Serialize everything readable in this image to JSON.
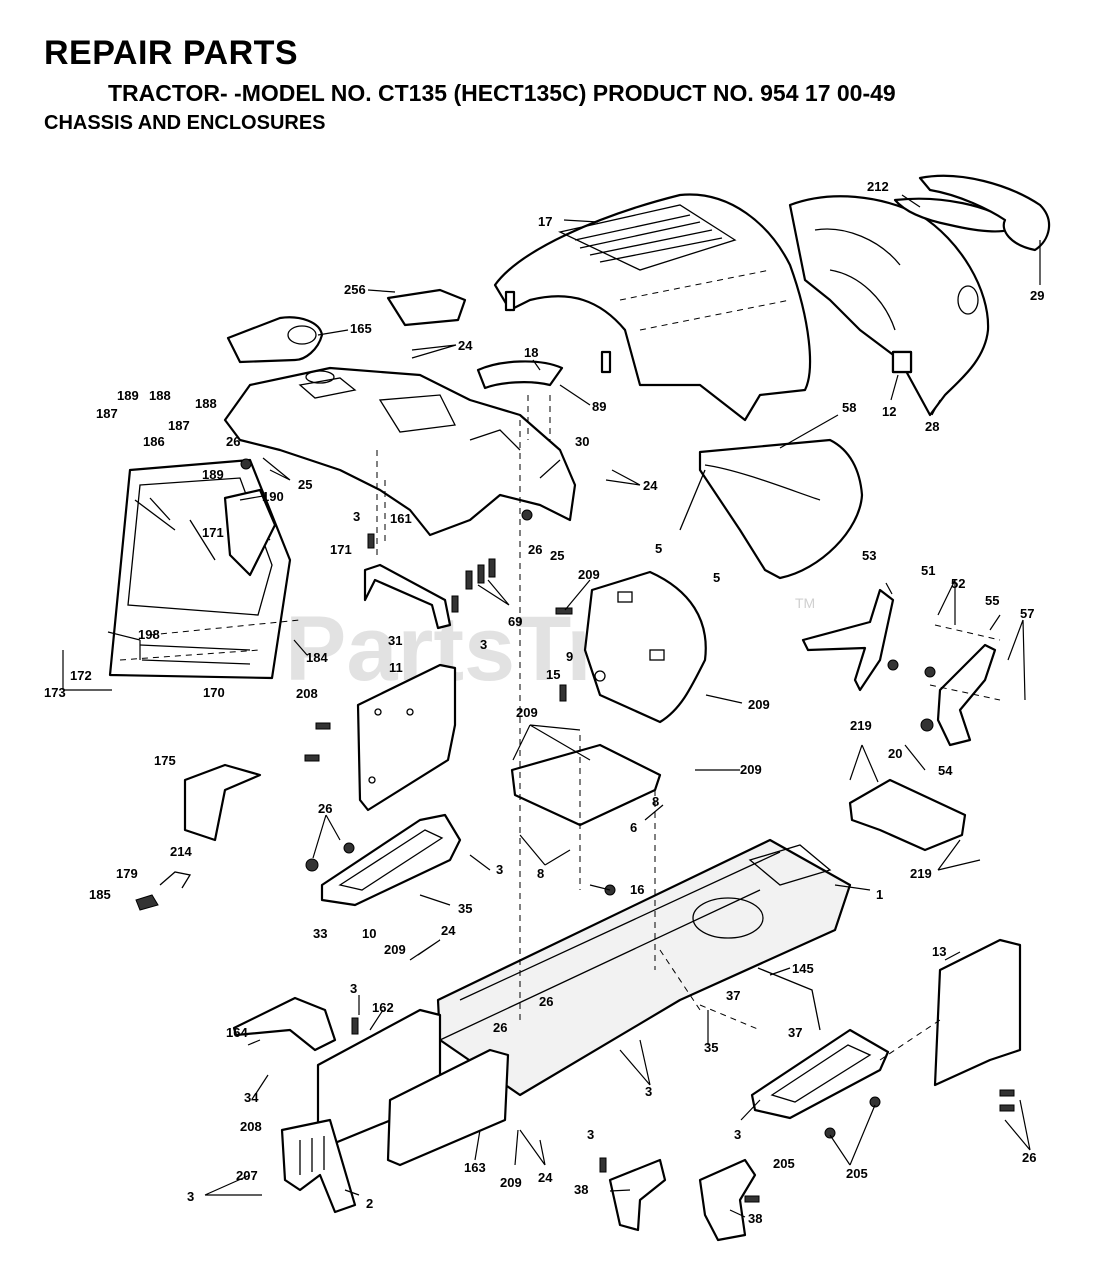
{
  "header": {
    "title": "REPAIR PARTS",
    "subtitle": "TRACTOR- -MODEL NO. CT135 (HECT135C) PRODUCT NO. 954 17 00-49",
    "section": "CHASSIS AND ENCLOSURES"
  },
  "watermark": {
    "text": "PartsTree",
    "tm": "TM"
  },
  "callouts": [
    {
      "id": "c17",
      "label": "17"
    },
    {
      "id": "c212",
      "label": "212"
    },
    {
      "id": "c29",
      "label": "29"
    },
    {
      "id": "c256",
      "label": "256"
    },
    {
      "id": "c165",
      "label": "165"
    },
    {
      "id": "c24a",
      "label": "24"
    },
    {
      "id": "c18",
      "label": "18"
    },
    {
      "id": "c89",
      "label": "89"
    },
    {
      "id": "c12",
      "label": "12"
    },
    {
      "id": "c28",
      "label": "28"
    },
    {
      "id": "c58",
      "label": "58"
    },
    {
      "id": "c189a",
      "label": "189"
    },
    {
      "id": "c188a",
      "label": "188"
    },
    {
      "id": "c187a",
      "label": "187"
    },
    {
      "id": "c186",
      "label": "186"
    },
    {
      "id": "c187b",
      "label": "187"
    },
    {
      "id": "c188b",
      "label": "188"
    },
    {
      "id": "c189b",
      "label": "189"
    },
    {
      "id": "c26a",
      "label": "26"
    },
    {
      "id": "c25a",
      "label": "25"
    },
    {
      "id": "c30",
      "label": "30"
    },
    {
      "id": "c24b",
      "label": "24"
    },
    {
      "id": "c190",
      "label": "190"
    },
    {
      "id": "c161",
      "label": "161"
    },
    {
      "id": "c3a",
      "label": "3"
    },
    {
      "id": "c26b",
      "label": "26"
    },
    {
      "id": "c25b",
      "label": "25"
    },
    {
      "id": "c171a",
      "label": "171"
    },
    {
      "id": "c171b",
      "label": "171"
    },
    {
      "id": "c5a",
      "label": "5"
    },
    {
      "id": "c209a",
      "label": "209"
    },
    {
      "id": "c5b",
      "label": "5"
    },
    {
      "id": "c69",
      "label": "69"
    },
    {
      "id": "c53",
      "label": "53"
    },
    {
      "id": "c51",
      "label": "51"
    },
    {
      "id": "c52",
      "label": "52"
    },
    {
      "id": "c55",
      "label": "55"
    },
    {
      "id": "c57",
      "label": "57"
    },
    {
      "id": "c198",
      "label": "198"
    },
    {
      "id": "c31",
      "label": "31"
    },
    {
      "id": "c3b",
      "label": "3"
    },
    {
      "id": "c184",
      "label": "184"
    },
    {
      "id": "c9",
      "label": "9"
    },
    {
      "id": "c172",
      "label": "172"
    },
    {
      "id": "c173",
      "label": "173"
    },
    {
      "id": "c170",
      "label": "170"
    },
    {
      "id": "c11",
      "label": "11"
    },
    {
      "id": "c15",
      "label": "15"
    },
    {
      "id": "c208a",
      "label": "208"
    },
    {
      "id": "c209b",
      "label": "209"
    },
    {
      "id": "c209c",
      "label": "209"
    },
    {
      "id": "c209d",
      "label": "209"
    },
    {
      "id": "c219a",
      "label": "219"
    },
    {
      "id": "c20",
      "label": "20"
    },
    {
      "id": "c54",
      "label": "54"
    },
    {
      "id": "c175",
      "label": "175"
    },
    {
      "id": "c8a",
      "label": "8"
    },
    {
      "id": "c26c",
      "label": "26"
    },
    {
      "id": "c6",
      "label": "6"
    },
    {
      "id": "c214",
      "label": "214"
    },
    {
      "id": "c179",
      "label": "179"
    },
    {
      "id": "c3c",
      "label": "3"
    },
    {
      "id": "c8b",
      "label": "8"
    },
    {
      "id": "c16",
      "label": "16"
    },
    {
      "id": "c219b",
      "label": "219"
    },
    {
      "id": "c185",
      "label": "185"
    },
    {
      "id": "c35a",
      "label": "35"
    },
    {
      "id": "c1",
      "label": "1"
    },
    {
      "id": "c33",
      "label": "33"
    },
    {
      "id": "c10",
      "label": "10"
    },
    {
      "id": "c24c",
      "label": "24"
    },
    {
      "id": "c209e",
      "label": "209"
    },
    {
      "id": "c13",
      "label": "13"
    },
    {
      "id": "c145",
      "label": "145"
    },
    {
      "id": "c3d",
      "label": "3"
    },
    {
      "id": "c162",
      "label": "162"
    },
    {
      "id": "c26d",
      "label": "26"
    },
    {
      "id": "c37a",
      "label": "37"
    },
    {
      "id": "c26e",
      "label": "26"
    },
    {
      "id": "c37b",
      "label": "37"
    },
    {
      "id": "c164",
      "label": "164"
    },
    {
      "id": "c3e",
      "label": "3"
    },
    {
      "id": "c35b",
      "label": "35"
    },
    {
      "id": "c3f",
      "label": "3"
    },
    {
      "id": "c34",
      "label": "34"
    },
    {
      "id": "c3g",
      "label": "3"
    },
    {
      "id": "c205a",
      "label": "205"
    },
    {
      "id": "c26f",
      "label": "26"
    },
    {
      "id": "c208b",
      "label": "208"
    },
    {
      "id": "c207",
      "label": "207"
    },
    {
      "id": "c163",
      "label": "163"
    },
    {
      "id": "c209f",
      "label": "209"
    },
    {
      "id": "c24d",
      "label": "24"
    },
    {
      "id": "c205b",
      "label": "205"
    },
    {
      "id": "c3h",
      "label": "3"
    },
    {
      "id": "c2",
      "label": "2"
    },
    {
      "id": "c38a",
      "label": "38"
    },
    {
      "id": "c38b",
      "label": "38"
    }
  ]
}
